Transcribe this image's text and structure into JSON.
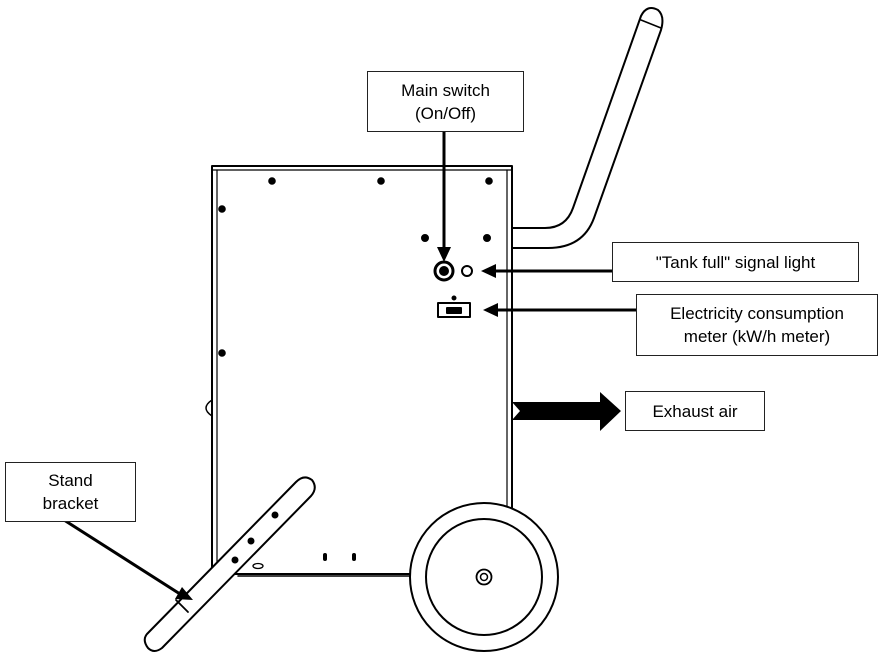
{
  "labels": {
    "main_switch": {
      "line1": "Main switch",
      "line2": "(On/Off)"
    },
    "tank_full": {
      "line1": "\"Tank full\" signal light"
    },
    "meter": {
      "line1": "Electricity consumption",
      "line2": "meter (kW/h meter)"
    },
    "exhaust": {
      "line1": "Exhaust air"
    },
    "stand": {
      "line1": "Stand",
      "line2": "bracket"
    }
  }
}
